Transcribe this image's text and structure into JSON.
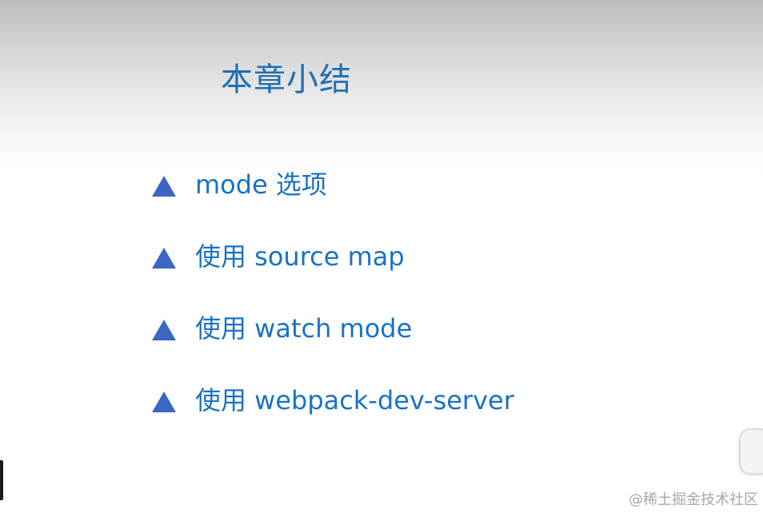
{
  "slide": {
    "title": "本章小结",
    "bullets": [
      {
        "label": "mode 选项"
      },
      {
        "label": "使用 source map"
      },
      {
        "label": "使用 watch mode"
      },
      {
        "label": "使用 webpack-dev-server"
      }
    ]
  },
  "watermark": {
    "text": "@稀土掘金技术社区"
  },
  "colors": {
    "title": "#1f6fb5",
    "bullet_text": "#1a72c4",
    "bullet_icon": "#3b66c2",
    "header_gradient_top": "#bdbdbd"
  },
  "icons": {
    "bullet": "triangle-up-icon"
  }
}
